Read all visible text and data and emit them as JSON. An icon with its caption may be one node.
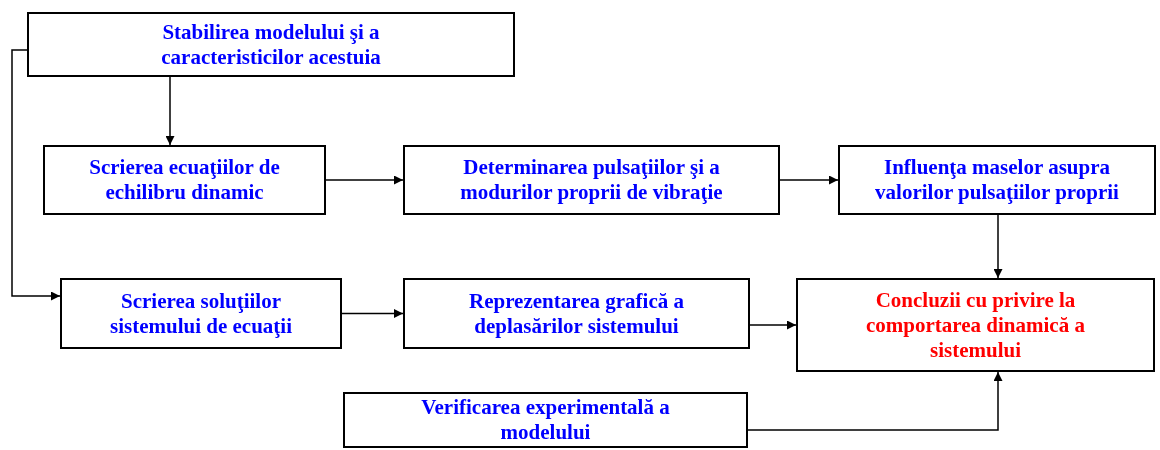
{
  "diagram": {
    "nodes": [
      {
        "text": [
          "Stabilirea modelului şi a caracteristicilor acestuia"
        ]
      },
      {
        "text": [
          "Scrierea ecuaţiilor de echilibru dinamic"
        ]
      },
      {
        "text": [
          "Determinarea pulsaţiilor şi a modurilor proprii de vibraţie"
        ]
      },
      {
        "text": [
          "Influenţa maselor asupra valorilor pulsaţiilor proprii"
        ]
      },
      {
        "text": [
          "Scrierea soluţiilor sistemului de ecuaţii"
        ]
      },
      {
        "text": [
          "Reprezentarea grafică a deplasărilor sistemului"
        ]
      },
      {
        "text": [
          "Concluzii cu privire la comportarea dinamică a sistemului"
        ]
      },
      {
        "text": [
          "Verificarea experimentală a modelului"
        ]
      }
    ],
    "edges": [
      {
        "from": 0,
        "to": 1,
        "arrow": "to"
      },
      {
        "from": 0,
        "to": 4,
        "arrow": "to"
      },
      {
        "from": 1,
        "to": 2,
        "arrow": "to"
      },
      {
        "from": 2,
        "to": 3,
        "arrow": "to"
      },
      {
        "from": 3,
        "to": 6,
        "arrow": "to"
      },
      {
        "from": 4,
        "to": 5,
        "arrow": "to"
      },
      {
        "from": 5,
        "to": 6,
        "arrow": "to"
      },
      {
        "from": 7,
        "to": 6,
        "arrow": "to"
      }
    ]
  }
}
